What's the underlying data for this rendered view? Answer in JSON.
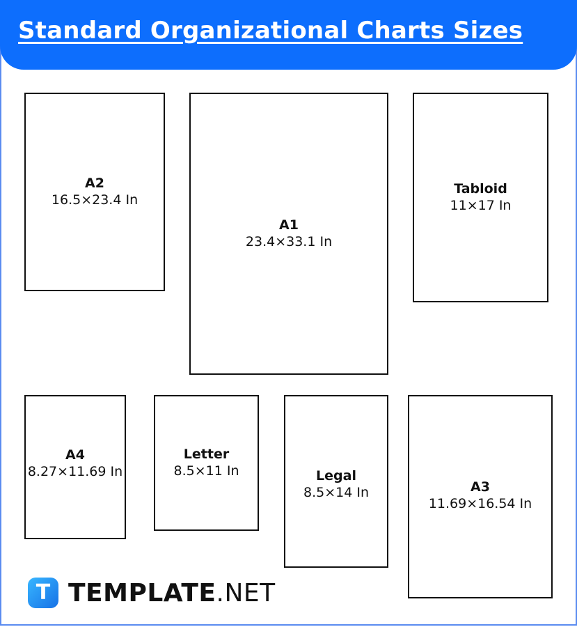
{
  "header": {
    "title": "Standard Organizational Charts Sizes"
  },
  "sheets": {
    "a2": {
      "name": "A2",
      "dims": "16.5×23.4 In"
    },
    "a1": {
      "name": "A1",
      "dims": "23.4×33.1 In"
    },
    "tabloid": {
      "name": "Tabloid",
      "dims": "11×17 In"
    },
    "a4": {
      "name": "A4",
      "dims": "8.27×11.69 In"
    },
    "letter": {
      "name": "Letter",
      "dims": "8.5×11 In"
    },
    "legal": {
      "name": "Legal",
      "dims": "8.5×14 In"
    },
    "a3": {
      "name": "A3",
      "dims": "11.69×16.54 In"
    }
  },
  "logo": {
    "icon_letter": "T",
    "brand": "TEMPLATE",
    "suffix": ".NET",
    "colors": {
      "icon_start": "#38b6ff",
      "icon_end": "#1671e6"
    }
  },
  "colors": {
    "header": "#0d6efd",
    "frame": "#5b8cf0"
  }
}
